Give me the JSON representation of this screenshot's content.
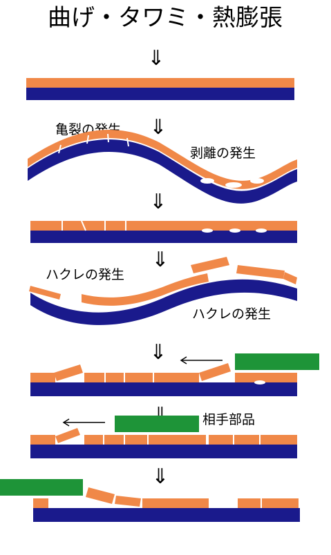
{
  "title": "曲げ・タワミ・熱膨張",
  "arrow_glyph": "⇓",
  "labels": {
    "crack": "亀裂の発生",
    "peel": "剥離の発生",
    "flake_left": "ハクレの発生",
    "flake_right": "ハクレの発生",
    "mating_part": "相手部品"
  },
  "colors": {
    "film": "#F08848",
    "substrate": "#1A1A8C",
    "mating_part": "#1E9438",
    "background": "#FFFFFF"
  }
}
